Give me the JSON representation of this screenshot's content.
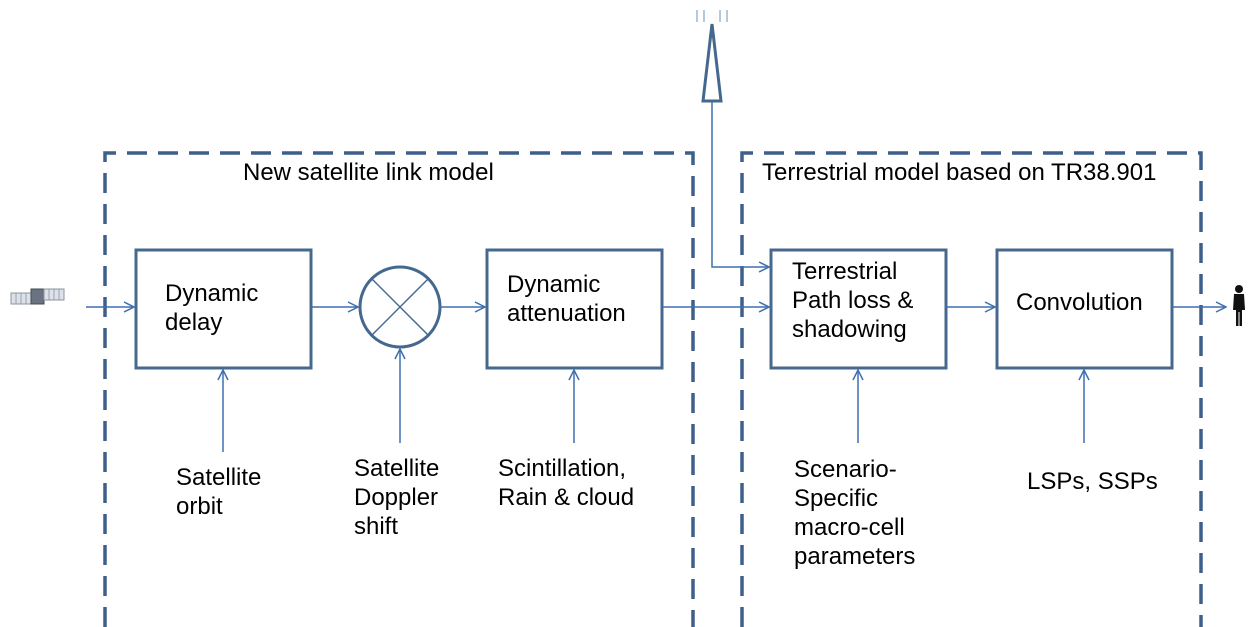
{
  "regions": {
    "satellite": "New satellite link model",
    "terrestrial": "Terrestrial model based on TR38.901"
  },
  "blocks": {
    "dynamic_delay": [
      "Dynamic",
      "delay"
    ],
    "dynamic_attenuation": [
      "Dynamic",
      "attenuation"
    ],
    "terrestrial_path_loss": [
      "Terrestrial",
      "Path loss &",
      "shadowing"
    ],
    "convolution": [
      "Convolution"
    ]
  },
  "inputs": {
    "satellite_orbit": [
      "Satellite",
      "orbit"
    ],
    "doppler": [
      "Satellite",
      "Doppler",
      "shift"
    ],
    "scintillation": [
      "Scintillation,",
      "Rain & cloud"
    ],
    "scenario": [
      "Scenario-",
      "Specific",
      "macro-cell",
      "parameters"
    ],
    "lsps": [
      "LSPs, SSPs"
    ]
  },
  "icons": {
    "source": "satellite-icon",
    "mixer": "multiplier-icon",
    "tower": "antenna-tower-icon",
    "sink": "person-icon"
  },
  "colors": {
    "line": "#3f6fb0",
    "dash": "#3e5f8a",
    "box": "#44688e",
    "text": "#000000"
  }
}
